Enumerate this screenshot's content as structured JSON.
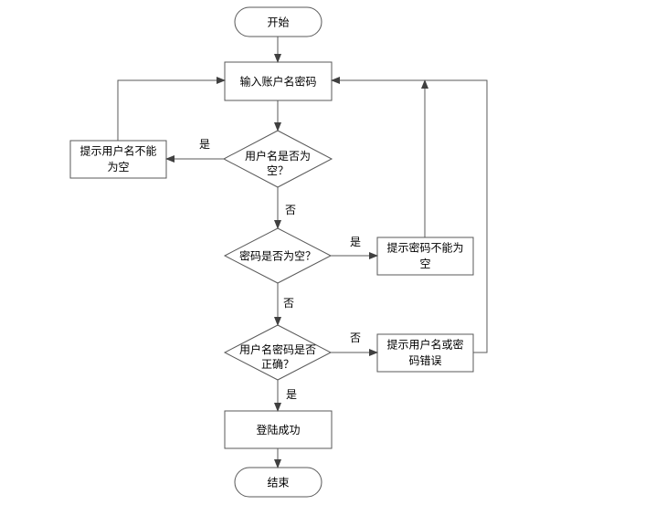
{
  "nodes": {
    "start": "开始",
    "input": "输入账户名密码",
    "check_user": [
      "用户名是否为",
      "空？"
    ],
    "prompt_user": [
      "提示用户名不能",
      "为空"
    ],
    "check_pass": "密码是否为空？",
    "prompt_pass": [
      "提示密码不能为",
      "空"
    ],
    "check_correct": [
      "用户名密码是否",
      "正确？"
    ],
    "prompt_wrong": [
      "提示用户名或密",
      "码错误"
    ],
    "success": "登陆成功",
    "end": "结束"
  },
  "edges": {
    "user_yes": "是",
    "user_no": "否",
    "pass_yes": "是",
    "pass_no": "否",
    "correct_no": "否",
    "correct_yes": "是"
  }
}
